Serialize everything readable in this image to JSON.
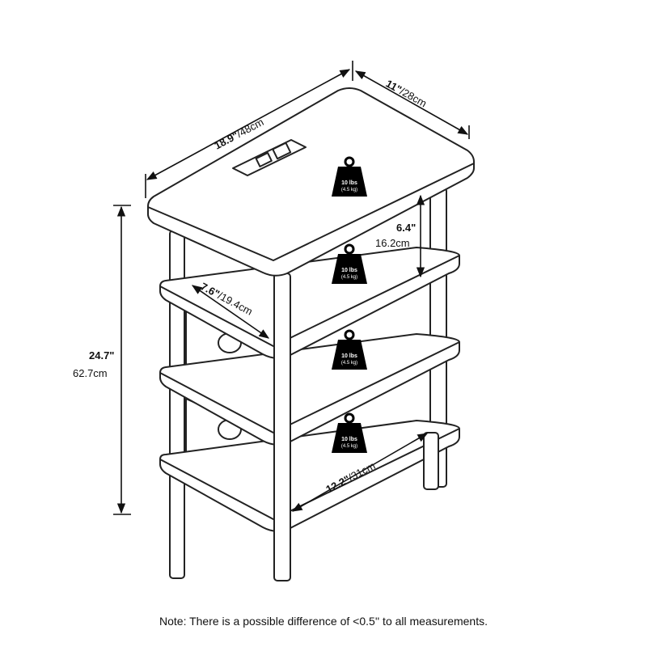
{
  "dimensions": {
    "width": {
      "bold": "18.9\"",
      "rest": "/48cm"
    },
    "depth": {
      "bold": "11\"",
      "rest": "/28cm"
    },
    "height": {
      "bold": "24.7\"",
      "rest": "62.7cm"
    },
    "shelf_gap": {
      "bold": "6.4\"",
      "rest": "16.2cm"
    },
    "bin_depth": {
      "bold": "7.6\"",
      "rest": "/19.4cm"
    },
    "bottom_width": {
      "bold": "12.2\"",
      "rest": "/31cm"
    }
  },
  "weight_badges": [
    {
      "line1": "10 lbs",
      "line2": "(4.5 kg)"
    },
    {
      "line1": "10 lbs",
      "line2": "(4.5 kg)"
    },
    {
      "line1": "10 lbs",
      "line2": "(4.5 kg)"
    },
    {
      "line1": "10 lbs",
      "line2": "(4.5 kg)"
    }
  ],
  "note": "Note: There is a possible difference of <0.5'' to all measurements."
}
